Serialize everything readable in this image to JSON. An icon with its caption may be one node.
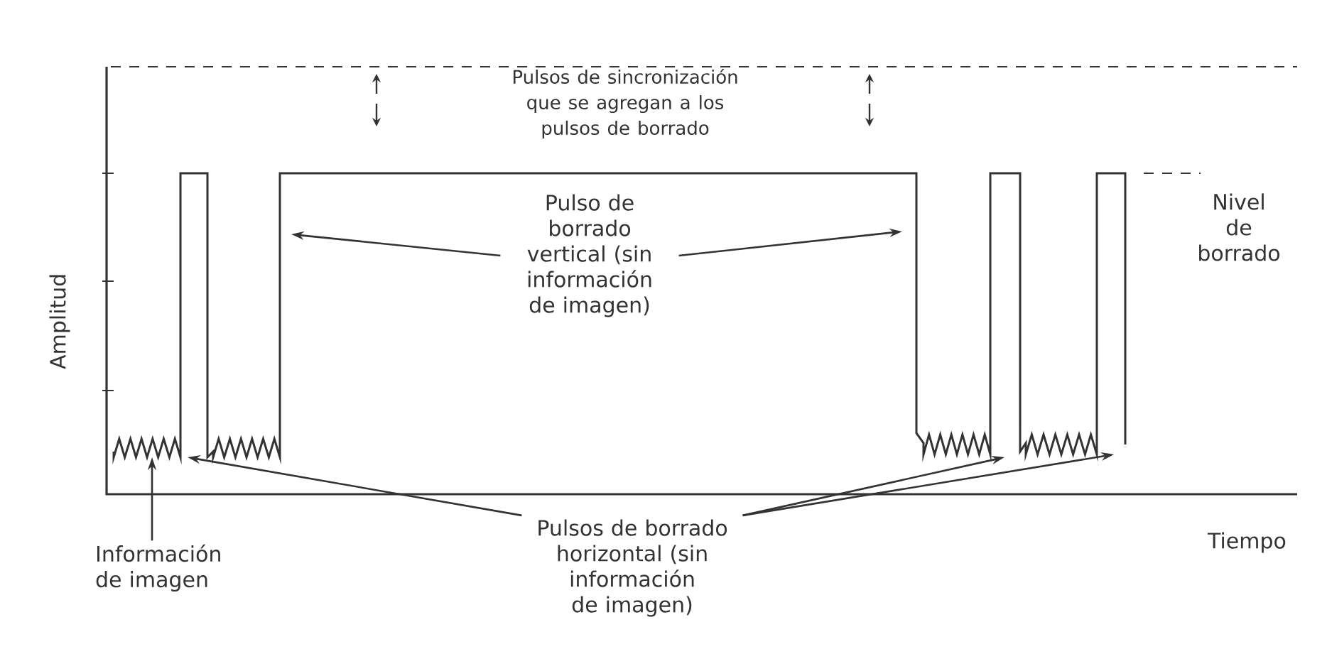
{
  "diagram": {
    "nodes": [
      {
        "text": [
          "Información de imagen"
        ]
      },
      {
        "text": [
          "Pulsos de borrado horizontal (sin información de imagen)"
        ]
      },
      {
        "text": [
          "Pulso de borrado vertical (sin información de imagen)"
        ]
      }
    ],
    "edges": [
      {
        "from": 0,
        "to": null,
        "arrow": "to"
      },
      {
        "from": 1,
        "to": null,
        "arrow": "to"
      },
      {
        "from": 1,
        "to": null,
        "arrow": "to"
      },
      {
        "from": 1,
        "to": null,
        "arrow": "to"
      },
      {
        "from": 2,
        "to": null,
        "arrow": "to"
      },
      {
        "from": 2,
        "to": null,
        "arrow": "to"
      }
    ],
    "labels": [
      "Pulsos de sincronización que se agregan a los pulsos de borrado",
      "Nivel de borrado",
      "Amplitud",
      "Tiempo"
    ]
  }
}
